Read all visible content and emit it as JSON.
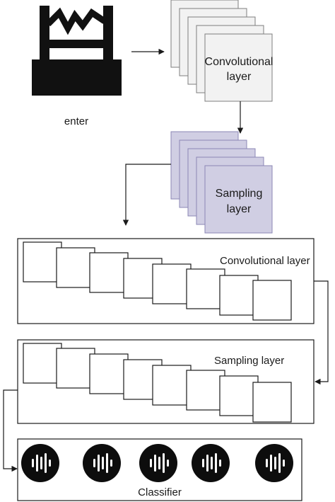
{
  "input": {
    "label": "enter",
    "icon": "factory-icon"
  },
  "conv1": {
    "line1": "Convolutional",
    "line2": "layer",
    "fill": "#f2f2f2"
  },
  "pool1": {
    "line1": "Sampling",
    "line2": "layer",
    "fill": "#d0cee3"
  },
  "conv2": {
    "label": "Convolutional layer"
  },
  "pool2": {
    "label": "Sampling layer"
  },
  "classifier": {
    "label": "Classifier",
    "icon": "audio-waveform-icon",
    "count": 5
  },
  "colors": {
    "stroke": "#1a1a1a",
    "background": "#ffffff"
  }
}
